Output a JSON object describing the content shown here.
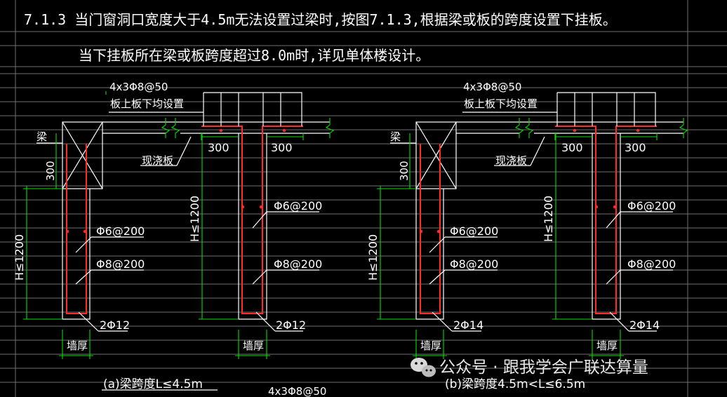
{
  "header": {
    "line1": "7.1.3  当门窗洞口宽度大于4.5m无法设置过梁时,按图7.1.3,根据梁或板的跨度设置下挂板。",
    "line2": "当下挂板所在梁或板跨度超过8.0m时,详见单体楼设计。"
  },
  "details": [
    {
      "rebar_top": "4x3Φ8@50",
      "rebar_note": "板上板下均设置",
      "beam_label": "梁",
      "slab_label": "现浇板",
      "dim_300_a": "300",
      "dim_300_b": "300",
      "dim_300_c": "300",
      "height_left": "H≤1200",
      "height_right": "H≤1200",
      "stirrup_left": "Φ6@200",
      "dist_left": "Φ8@200",
      "stirrup_right": "Φ6@200",
      "dist_right": "Φ8@200",
      "bottom_left": "2Φ12",
      "bottom_right": "2Φ12",
      "wall_left": "墙厚",
      "wall_right": "墙厚",
      "caption": "(a)梁跨度L≤4.5m"
    },
    {
      "rebar_top": "4x3Φ8@50",
      "rebar_note": "板上板下均设置",
      "beam_label": "梁",
      "slab_label": "现浇板",
      "dim_300_a": "300",
      "dim_300_b": "300",
      "dim_300_c": "300",
      "height_left": "H≤1200",
      "height_right": "H≤1200",
      "stirrup_left": "Φ6@200",
      "dist_left": "Φ8@200",
      "stirrup_right": "Φ6@200",
      "dist_right": "Φ8@200",
      "bottom_left": "2Φ14",
      "bottom_right": "2Φ14",
      "wall_left": "墙厚",
      "wall_right": "墙厚",
      "caption": "(b)梁跨度4.5m<L≤6.5m"
    }
  ],
  "footer_rebar": "4x3Φ8@50",
  "watermark": {
    "text": "公众号 · 跟我学会广联达算量",
    "icon": "wechat-icon"
  },
  "colors": {
    "background": "#000000",
    "outline": "#ffffff",
    "dimension": "#00e000",
    "rebar": "#ff2a2a",
    "grid": "#6f6f6f"
  }
}
